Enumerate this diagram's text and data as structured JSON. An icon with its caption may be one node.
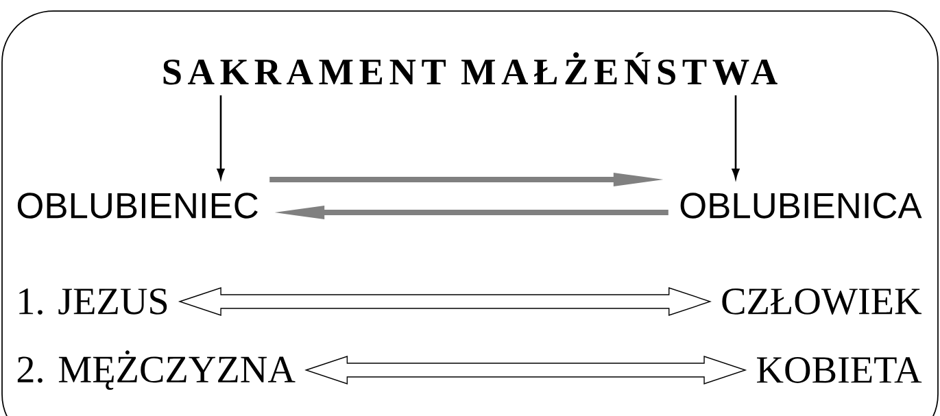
{
  "diagram": {
    "nodes": [
      {
        "text": [
          "SAKRAMENT MAŁŻEŃSTWA"
        ]
      },
      {
        "text": [
          "OBLUBIENIEC"
        ]
      },
      {
        "text": [
          "OBLUBIENICA"
        ]
      },
      {
        "text": [
          "1. JEZUS"
        ]
      },
      {
        "text": [
          "CZŁOWIEK"
        ]
      },
      {
        "text": [
          "2. MĘŻCZYZNA"
        ]
      },
      {
        "text": [
          "KOBIETA"
        ]
      }
    ],
    "edges": [
      {
        "from": 0,
        "to": 1,
        "arrow": "to"
      },
      {
        "from": 0,
        "to": 2,
        "arrow": "to"
      },
      {
        "from": 1,
        "to": 2,
        "arrow": "to",
        "style": "thick",
        "color": "#808080"
      },
      {
        "from": 2,
        "to": 1,
        "arrow": "to",
        "style": "thick",
        "color": "#808080"
      },
      {
        "from": 3,
        "to": 4,
        "arrow": "both"
      },
      {
        "from": 5,
        "to": 6,
        "arrow": "both"
      }
    ]
  }
}
